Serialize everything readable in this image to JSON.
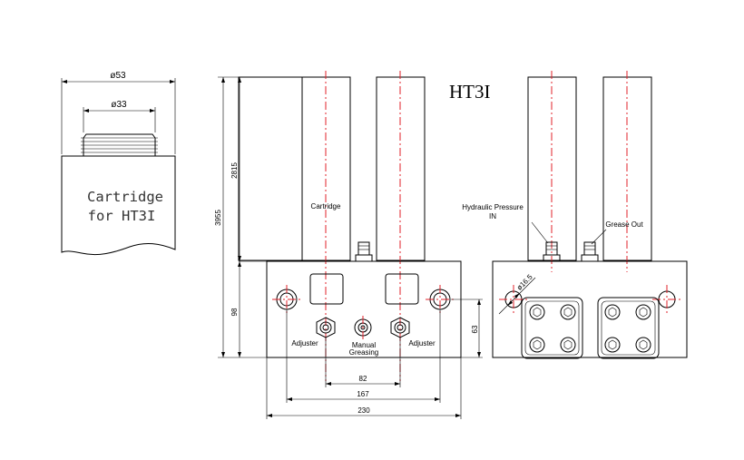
{
  "title": "HT3I",
  "cartridge_view": {
    "label_line1": "Cartridge",
    "label_line2": "for HT3I",
    "dim_outer": "ø53",
    "dim_inner": "ø33"
  },
  "front_view": {
    "label_cartridge": "Cartridge",
    "label_adjuster_left": "Adjuster",
    "label_manual_line1": "Manual",
    "label_manual_line2": "Greasing",
    "label_adjuster_right": "Adjuster",
    "dim_total_height": "3955",
    "dim_upper_height": "2815",
    "dim_block_height": "98",
    "dim_hole_height": "63",
    "dim_82": "82",
    "dim_167": "167",
    "dim_230": "230"
  },
  "side_view": {
    "label_hyd_line1": "Hydraulic Pressure",
    "label_hyd_line2": "IN",
    "label_grease_out": "Grease Out",
    "dim_hole_dia": "ø16.5"
  }
}
